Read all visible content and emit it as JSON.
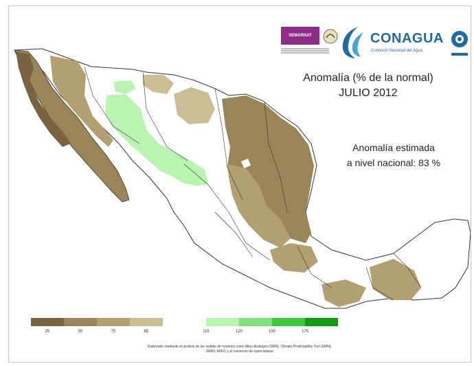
{
  "header": {
    "semarnat_label": "SEMARNAT",
    "conagua_title": "CONAGUA",
    "conagua_subtitle": "Comisión Nacional del Agua",
    "icons": [
      "eagle-icon",
      "conagua-wave-icon",
      "smn-icon"
    ]
  },
  "map": {
    "title_line1": "Anomalía (% de la normal)",
    "title_line2": "JULIO 2012",
    "note_line1": "Anomalía estimada",
    "note_line2": "a nivel nacional: 83 %"
  },
  "legend": {
    "classes": [
      {
        "color": "#7a6440"
      },
      {
        "color": "#9a8558"
      },
      {
        "color": "#b3a072"
      },
      {
        "color": "#cbbd94"
      },
      {
        "color": "#ffffff"
      },
      {
        "color": "#b9f5b0"
      },
      {
        "color": "#7fe27c"
      },
      {
        "color": "#3ec53a"
      },
      {
        "color": "#129a14"
      }
    ],
    "ticks": [
      "25",
      "50",
      "75",
      "85",
      "115",
      "120",
      "150",
      "175"
    ]
  },
  "footer": {
    "line1": "Elaborado mediante el análisis de las salidas de modelos como Altos Análogos (SMN), Climate Predictability Tool (SMN),",
    "line2": "IRMN, APEC y el consenso de especialistas"
  },
  "colors": {
    "dry_strong": "#7a6440",
    "dry_medium": "#9a8558",
    "dry_light": "#b3a072",
    "dry_lightest": "#cbbd94",
    "wet_light": "#b9f5b0",
    "conagua_blue": "#1f6aa5",
    "semarnat_purple": "#8e2c86"
  }
}
